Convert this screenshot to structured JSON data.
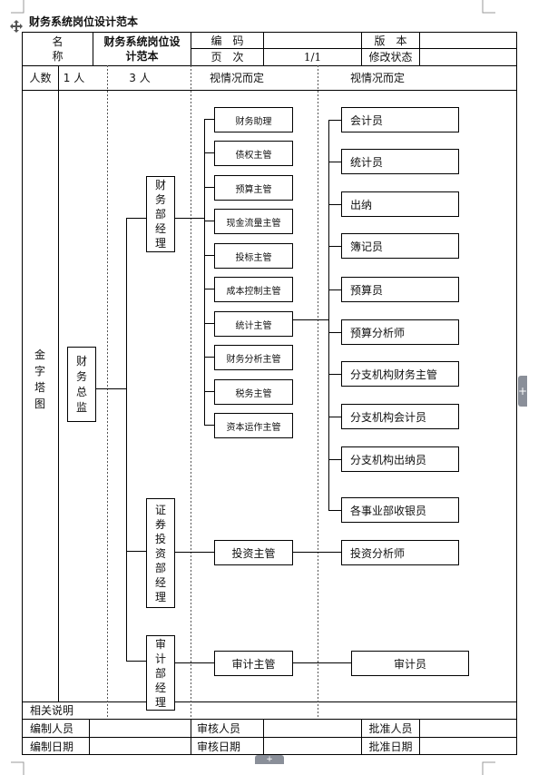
{
  "document": {
    "title": "财务系统岗位设计范本",
    "header": {
      "name_label_1": "名",
      "name_label_2": "称",
      "name_value_1": "财务系统岗位设",
      "name_value_2": "计范本",
      "code_label": "编　码",
      "code_value": "",
      "page_label": "页　次",
      "page_value": "1/1",
      "version_label": "版　本",
      "version_value": "",
      "status_label": "修改状态",
      "status_value": ""
    },
    "headcount": {
      "label": "人数",
      "col1": "1 人",
      "col2": "3 人",
      "col3": "视情况而定",
      "col4": "视情况而定"
    },
    "pyramid_label": "金字塔图",
    "org": {
      "director": "财务总监",
      "managers": [
        "财务部经理",
        "证券投资部经理",
        "审计部经理"
      ],
      "finance_supervisors": [
        "财务助理",
        "债权主管",
        "预算主管",
        "现金流量主管",
        "投标主管",
        "成本控制主管",
        "统计主管",
        "财务分析主管",
        "税务主管",
        "资本运作主管"
      ],
      "finance_staff": [
        "会计员",
        "统计员",
        "出纳",
        "簿记员",
        "预算员",
        "预算分析师",
        "分支机构财务主管",
        "分支机构会计员",
        "分支机构出纳员",
        "各事业部收银员"
      ],
      "investment_supervisor": "投资主管",
      "investment_staff": "投资分析师",
      "audit_supervisor": "审计主管",
      "audit_staff": "审计员"
    },
    "footer": {
      "notes_label": "相关说明",
      "prepared_by_label": "编制人员",
      "reviewed_by_label": "审核人员",
      "approved_by_label": "批准人员",
      "prepared_date_label": "编制日期",
      "reviewed_date_label": "审核日期",
      "approved_date_label": "批准日期"
    }
  },
  "ui": {
    "side_tab_icon": "plus-icon",
    "bottom_tab_icon": "plus-icon",
    "move_handle_icon": "move-handle-icon"
  }
}
